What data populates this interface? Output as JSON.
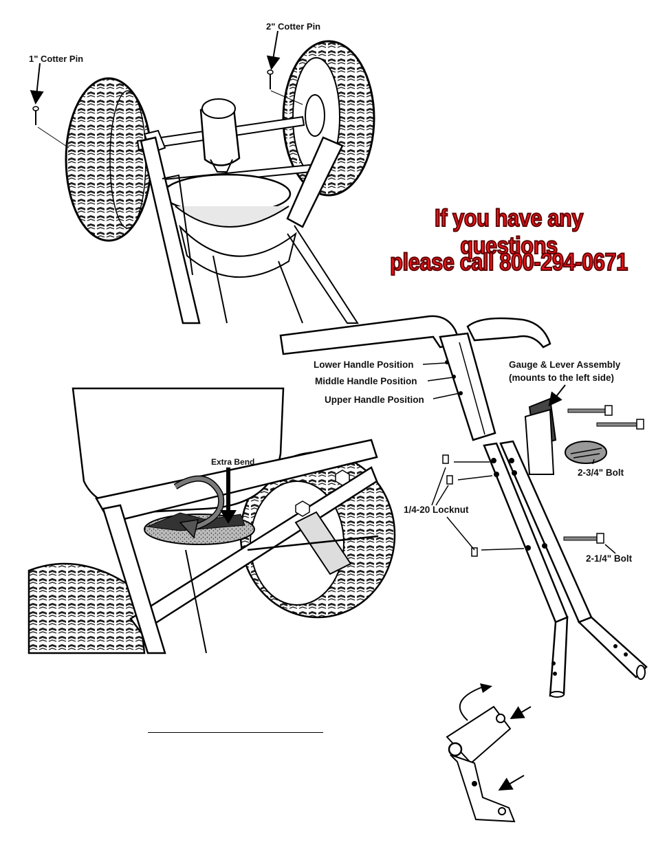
{
  "labels": {
    "cotter_pin_1": "1\" Cotter Pin",
    "cotter_pin_2": "2\" Cotter Pin",
    "extra_bend": "Extra Bend",
    "lower_handle": "Lower Handle Position",
    "middle_handle": "Middle Handle Position",
    "upper_handle": "Upper Handle Position",
    "gauge_title": "Gauge & Lever Assembly",
    "gauge_note": "(mounts to the left side)",
    "bolt_234": "2-3/4\" Bolt",
    "locknut": "1/4-20 Locknut",
    "bolt_214": "2-1/4\" Bolt"
  },
  "callout": {
    "line1": "If you have any questions",
    "line2": "please call 800-294-0671",
    "color": "#e8141b"
  }
}
